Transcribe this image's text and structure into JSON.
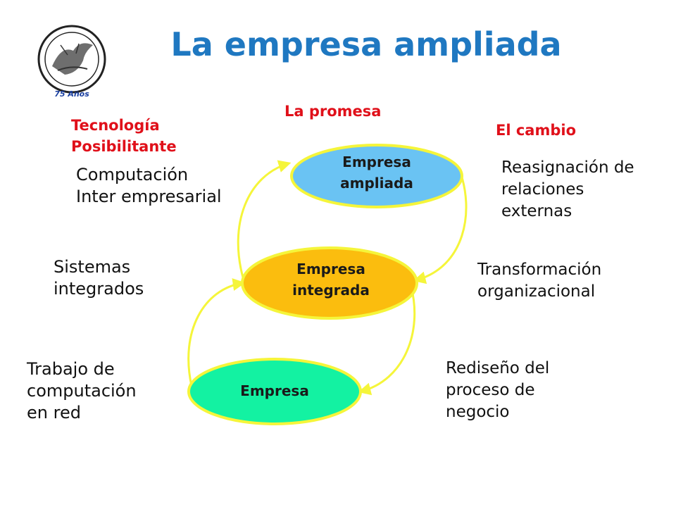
{
  "title": "La empresa ampliada",
  "seal": {
    "years_label": "75 Años"
  },
  "headings": {
    "promise": "La promesa",
    "technology_line1": "Tecnología",
    "technology_line2": "Posibilitante",
    "change": "El cambio"
  },
  "enabling_technology": {
    "line1": "Computación",
    "line2": "Inter empresarial"
  },
  "integrated_systems": {
    "line1": "Sistemas",
    "line2": "integrados"
  },
  "network_work": {
    "line1": "Trabajo de",
    "line2": "computación",
    "line3": "en red"
  },
  "changes": {
    "reassignment": {
      "line1": "Reasignación de",
      "line2": "relaciones",
      "line3": "externas"
    },
    "transformation": {
      "line1": "Transformación",
      "line2": "organizacional"
    },
    "redesign": {
      "line1": "Rediseño del",
      "line2": "proceso de",
      "line3": "negocio"
    }
  },
  "nodes": {
    "extended": {
      "line1": "Empresa",
      "line2": "ampliada",
      "fill": "#6ac3f3"
    },
    "integrated": {
      "line1": "Empresa",
      "line2": "integrada",
      "fill": "#fbbd0e"
    },
    "company": {
      "line1": "Empresa",
      "fill": "#13f2a2"
    }
  },
  "colors": {
    "title": "#1f78c1",
    "heading_red": "#e0101a",
    "connector_yellow": "#f5f53a"
  }
}
